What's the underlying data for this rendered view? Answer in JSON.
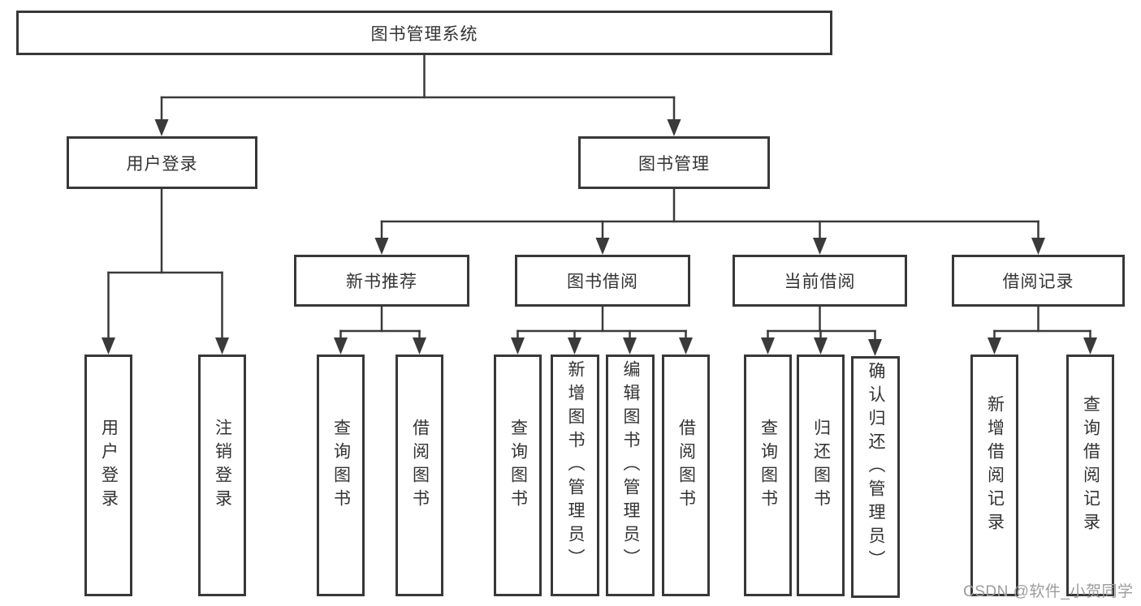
{
  "diagram": {
    "root": {
      "label": "图书管理系统"
    },
    "level2": [
      {
        "label": "用户登录"
      },
      {
        "label": "图书管理"
      }
    ],
    "level3": [
      {
        "label": "新书推荐"
      },
      {
        "label": "图书借阅"
      },
      {
        "label": "当前借阅"
      },
      {
        "label": "借阅记录"
      }
    ],
    "leaves": {
      "user_login": [
        "用户登录",
        "注销登录"
      ],
      "new_books": [
        "查询图书",
        "借阅图书"
      ],
      "borrow": [
        "查询图书",
        "新增图书（管理员）",
        "编辑图书（管理员）",
        "借阅图书"
      ],
      "current": [
        "查询图书",
        "归还图书",
        "确认归还（管理员）"
      ],
      "records": [
        "新增借阅记录",
        "查询借阅记录"
      ]
    }
  },
  "watermark": "CSDN @软件_小贺同学",
  "colors": {
    "line": "#3a3a3a",
    "text": "#333333",
    "watermark": "#9c9c9c"
  }
}
